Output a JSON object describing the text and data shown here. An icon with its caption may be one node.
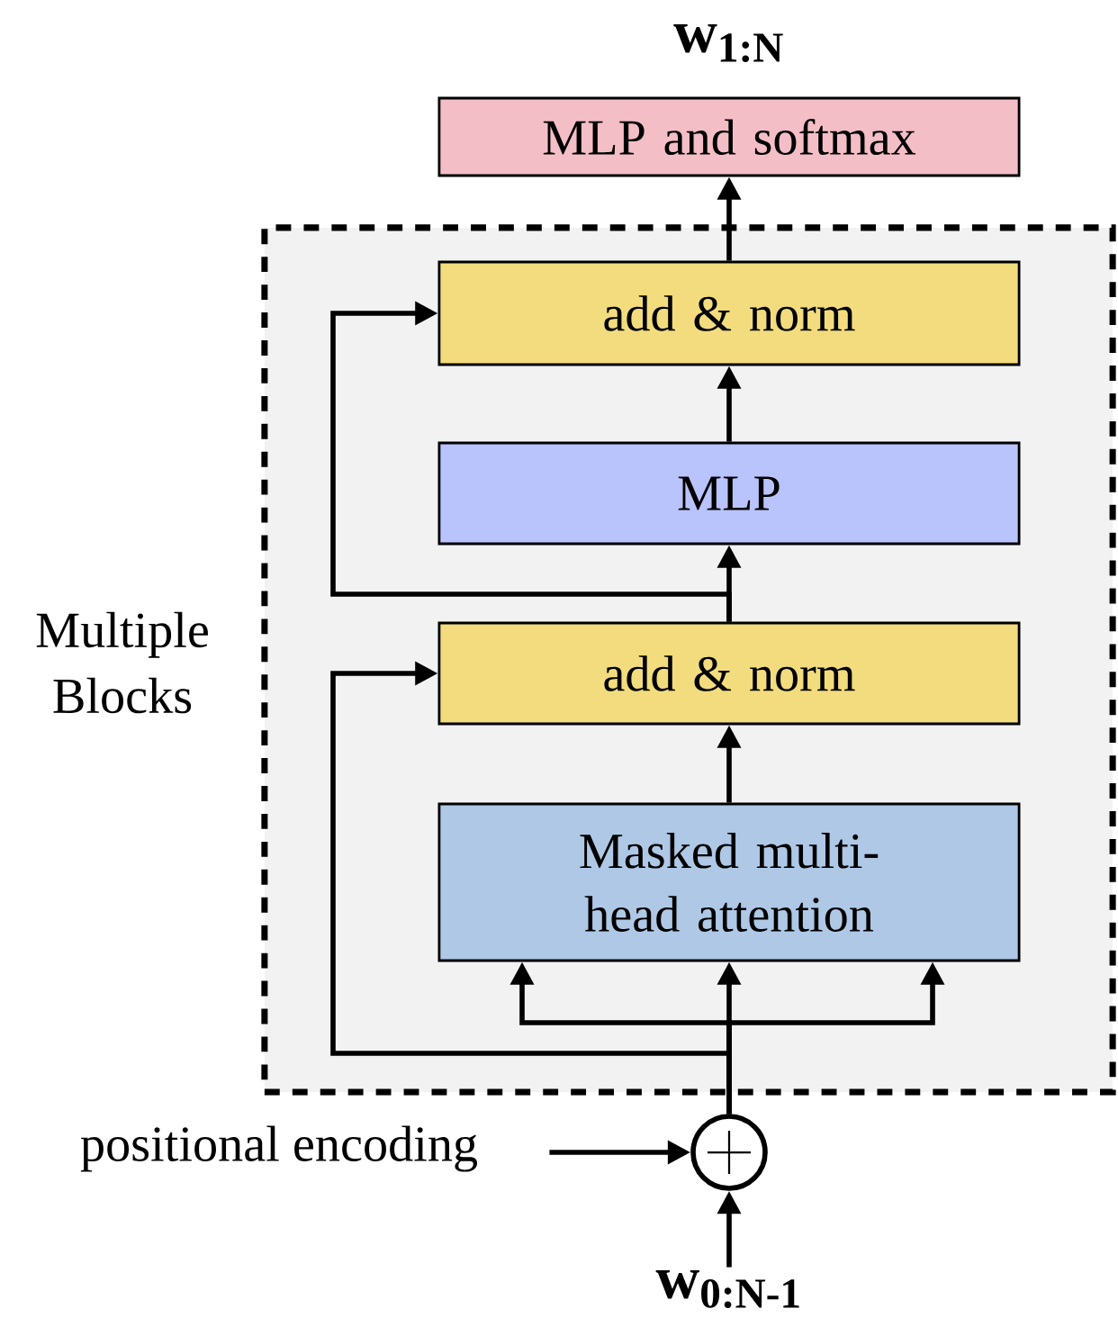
{
  "diagram": {
    "nodes": [
      {
        "text": [
          "w$_{1:N}$"
        ]
      },
      {
        "text": [
          "MLP and softmax"
        ]
      },
      {
        "text": [
          "Multiple Blocks"
        ]
      },
      {
        "text": [
          "add & norm"
        ],
        "in": 2
      },
      {
        "text": [
          "MLP"
        ],
        "in": 2
      },
      {
        "text": [
          "add & norm"
        ],
        "in": 2
      },
      {
        "text": [
          "Masked multi-head attention"
        ],
        "in": 2
      },
      {
        "text": [],
        "shape": "circle"
      },
      {
        "text": [
          "positional encoding"
        ]
      },
      {
        "text": [
          "w$_{0:N-1}$"
        ]
      }
    ],
    "edges": [
      {
        "from": 9,
        "to": 7,
        "arrow": "to"
      },
      {
        "from": 8,
        "to": 7,
        "arrow": "to"
      },
      {
        "from": 7,
        "to": 6,
        "arrow": "to"
      },
      {
        "from": 7,
        "to": 6,
        "arrow": "to"
      },
      {
        "from": 7,
        "to": 6,
        "arrow": "to"
      },
      {
        "from": 7,
        "to": 5,
        "arrow": "to"
      },
      {
        "from": 6,
        "to": 5,
        "arrow": "to"
      },
      {
        "from": 5,
        "to": 4,
        "arrow": "to"
      },
      {
        "from": 5,
        "to": 3,
        "arrow": "to"
      },
      {
        "from": 4,
        "to": 3,
        "arrow": "to"
      },
      {
        "from": 3,
        "to": 1,
        "arrow": "to"
      }
    ]
  }
}
